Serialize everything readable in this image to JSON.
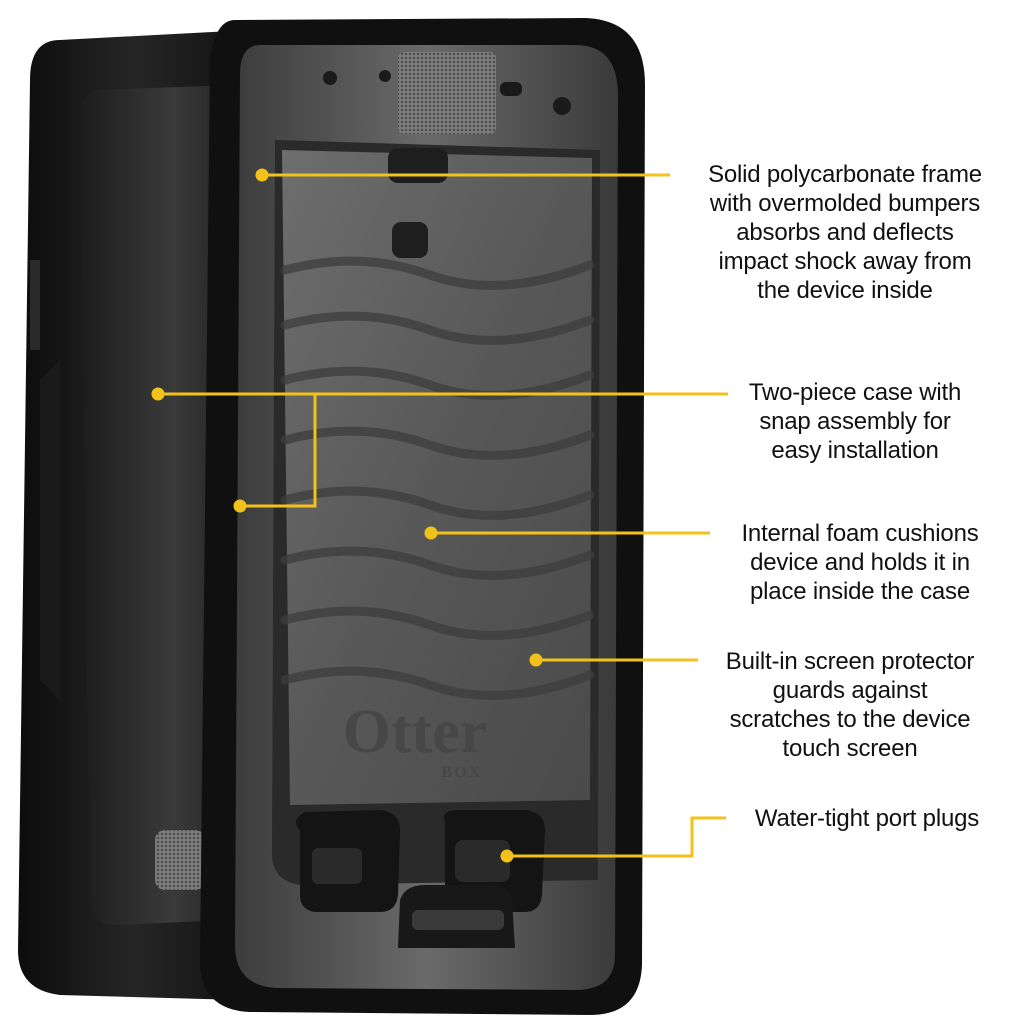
{
  "product": {
    "brand_main": "Otter",
    "brand_sub": "BOX"
  },
  "callouts": [
    {
      "id": "frame",
      "lines": [
        "Solid polycarbonate frame",
        "with overmolded bumpers",
        "absorbs and deflects",
        "impact shock away from",
        "the device inside"
      ]
    },
    {
      "id": "two-piece",
      "lines": [
        "Two-piece case with",
        "snap assembly for",
        "easy installation"
      ]
    },
    {
      "id": "foam",
      "lines": [
        "Internal foam cushions",
        "device and holds it in",
        "place inside the case"
      ]
    },
    {
      "id": "screen",
      "lines": [
        "Built-in screen protector",
        "guards against",
        "scratches to the device",
        "touch screen"
      ]
    },
    {
      "id": "ports",
      "lines": [
        "Water-tight port plugs"
      ]
    }
  ],
  "colors": {
    "callout_line": "#f2c21b",
    "case_dark": "#141414",
    "case_mid": "#2b2b2b",
    "screen_gray": "#5a5a5a"
  }
}
